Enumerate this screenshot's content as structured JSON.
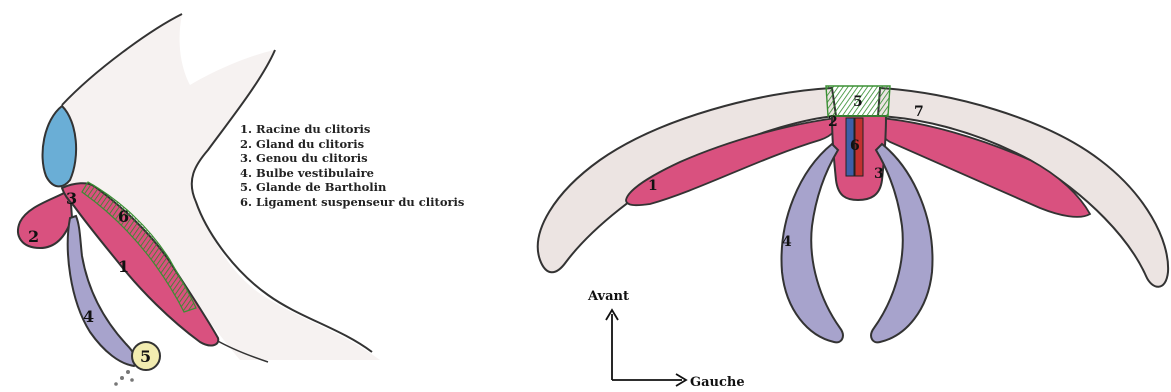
{
  "left_figure": {
    "labels": [
      "1",
      "2",
      "3",
      "4",
      "5",
      "6"
    ]
  },
  "legend": {
    "items": [
      "1. Racine du clitoris",
      "2. Gland du clitoris",
      "3. Genou du clitoris",
      "4. Bulbe vestibulaire",
      "5. Glande de Bartholin",
      "6. Ligament suspenseur du clitoris"
    ]
  },
  "right_figure": {
    "labels": [
      "1",
      "2",
      "3",
      "4",
      "5",
      "6",
      "7"
    ],
    "axes": {
      "up": "Avant",
      "right": "Gauche"
    }
  },
  "colors": {
    "pink": "#d9517f",
    "blue": "#6aaed6",
    "green": "#6cc24a",
    "lavender": "#a7a3cc",
    "pale": "#ece4e2",
    "cream": "#f2ecb0",
    "red": "#c23030",
    "darkblue": "#3d5fa8"
  }
}
